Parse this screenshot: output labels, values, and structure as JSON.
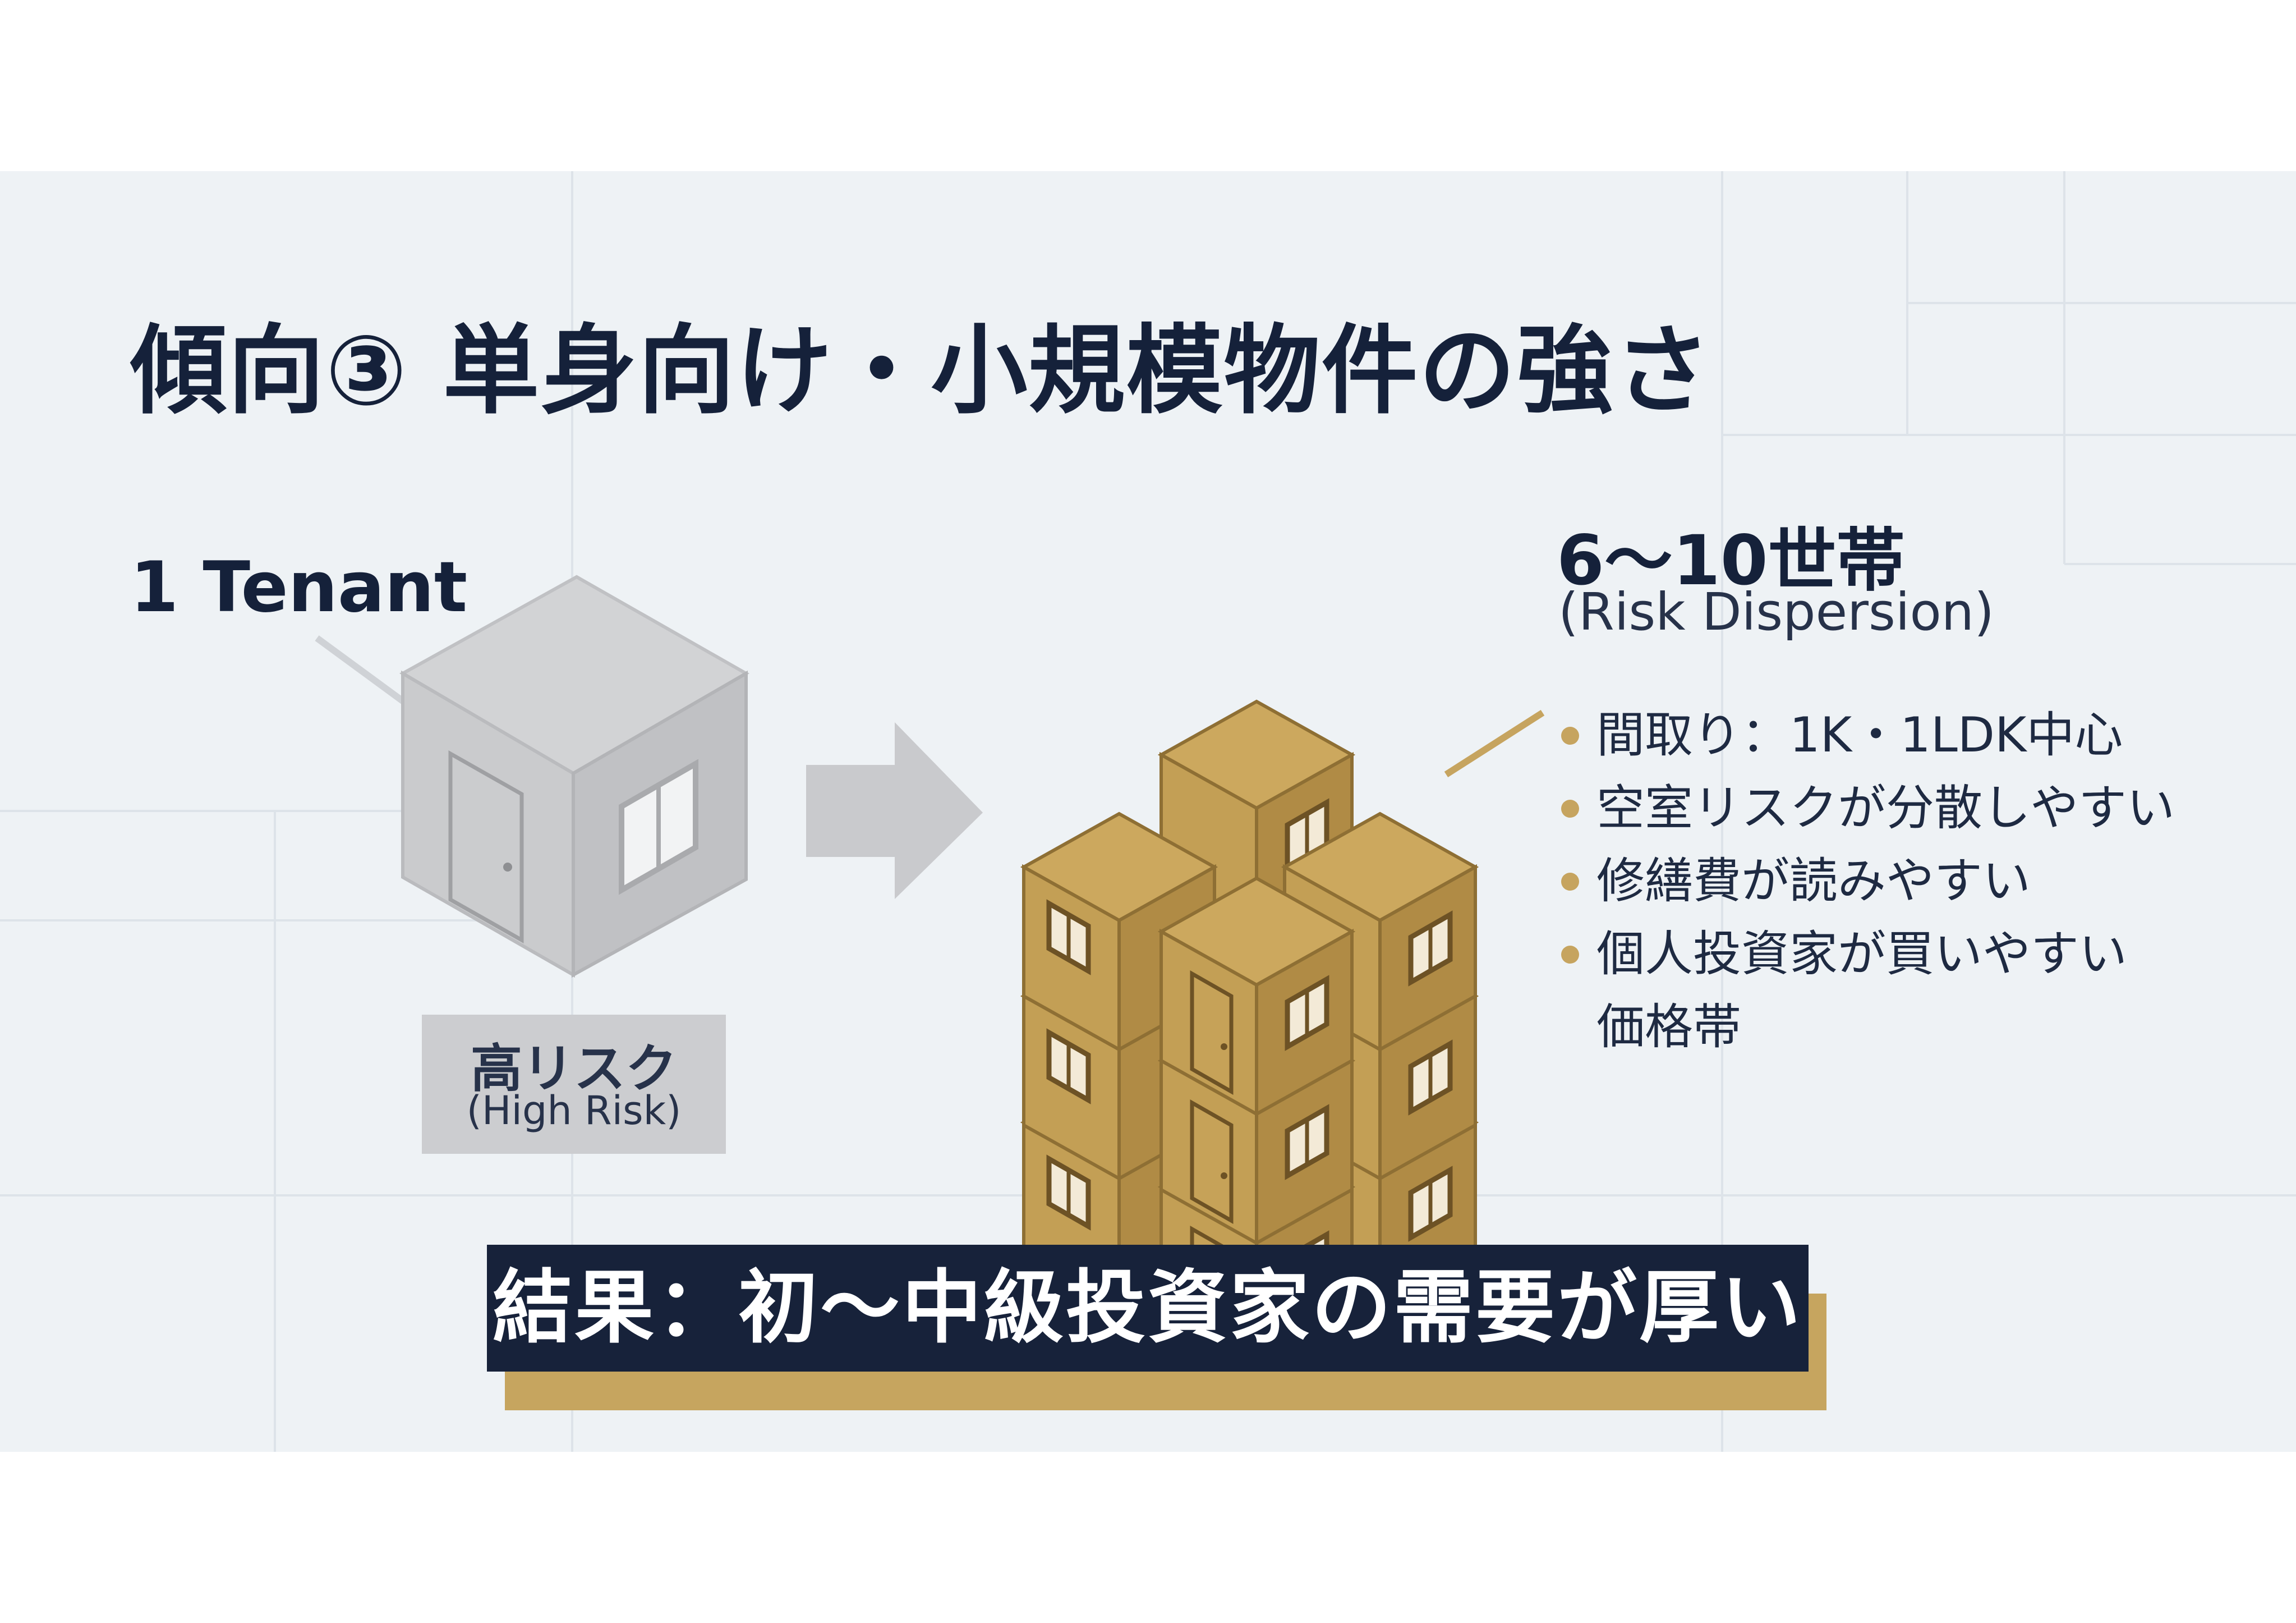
{
  "slide": {
    "title": "傾向③ 単身向け・小規模物件の強さ"
  },
  "single": {
    "label": "1 Tenant",
    "risk_main": "高リスク",
    "risk_sub": "(High Risk)"
  },
  "multi": {
    "units": "6〜10世帯",
    "subtitle": "(Risk Dispersion)",
    "bullets": [
      "間取り：1K・1LDK中心",
      "空室リスクが分散しやすい",
      "修繕費が読みやすい",
      "個人投資家が買いやすい",
      "価格帯"
    ]
  },
  "banner": {
    "text": "結果：初〜中級投資家の需要が厚い"
  },
  "colors": {
    "background": "#eef2f5",
    "navy": "#17223a",
    "gold": "#c6a45f",
    "box_gray": "#cccdd0"
  },
  "icons": {
    "single_building": "gray-cube-house-icon",
    "arrow": "right-arrow-icon",
    "stacked_units": "stacked-gold-cubes-icon"
  }
}
